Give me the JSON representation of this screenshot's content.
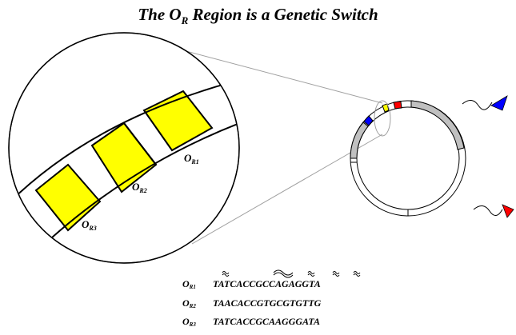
{
  "title": {
    "main_before": "The O",
    "sub": "R",
    "main_after": " Region is a Genetic Switch"
  },
  "zoom_labels": [
    {
      "letter": "O",
      "sub": "R1"
    },
    {
      "letter": "O",
      "sub": "R2"
    },
    {
      "letter": "O",
      "sub": "R3"
    }
  ],
  "sequences": [
    {
      "letter": "O",
      "sub": "R1",
      "seq": "TATCACCGCCAGAGGTA"
    },
    {
      "letter": "O",
      "sub": "R2",
      "seq": "TAACACCGTGCGTGTTG"
    },
    {
      "letter": "O",
      "sub": "R3",
      "seq": "TATCACCGCAAGGGATA"
    }
  ],
  "colors": {
    "operator_fill": "#ffff00",
    "plasmid_gray": "#c0c0c0",
    "blue_marker": "#0000ff",
    "red_marker": "#ff0000"
  }
}
